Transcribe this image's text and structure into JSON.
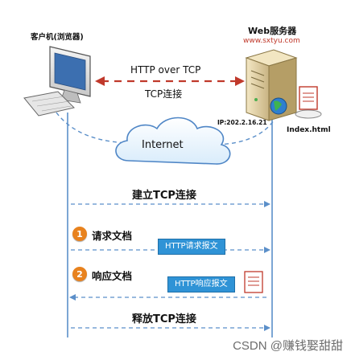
{
  "nodes": {
    "client_label": "客户机(浏览器)",
    "server_label": "Web服务器",
    "server_url": "www.sxtyu.com",
    "server_ip": "IP:202.2.16.21",
    "index_file": "Index.html",
    "internet": "Internet"
  },
  "connection": {
    "line1": "HTTP over TCP",
    "line2": "TCP连接"
  },
  "sequence": {
    "establish": "建立TCP连接",
    "step1_num": "1",
    "step1_label": "请求文档",
    "step1_msg": "HTTP请求报文",
    "step2_num": "2",
    "step2_label": "响应文档",
    "step2_msg": "HTTP响应报文",
    "release": "释放TCP连接"
  },
  "watermark": "CSDN @赚钱娶甜甜",
  "colors": {
    "accent_blue": "#2f93d6",
    "accent_orange": "#e8821e",
    "arrow_red": "#c0392b",
    "line_blue": "#5b8fc9"
  }
}
